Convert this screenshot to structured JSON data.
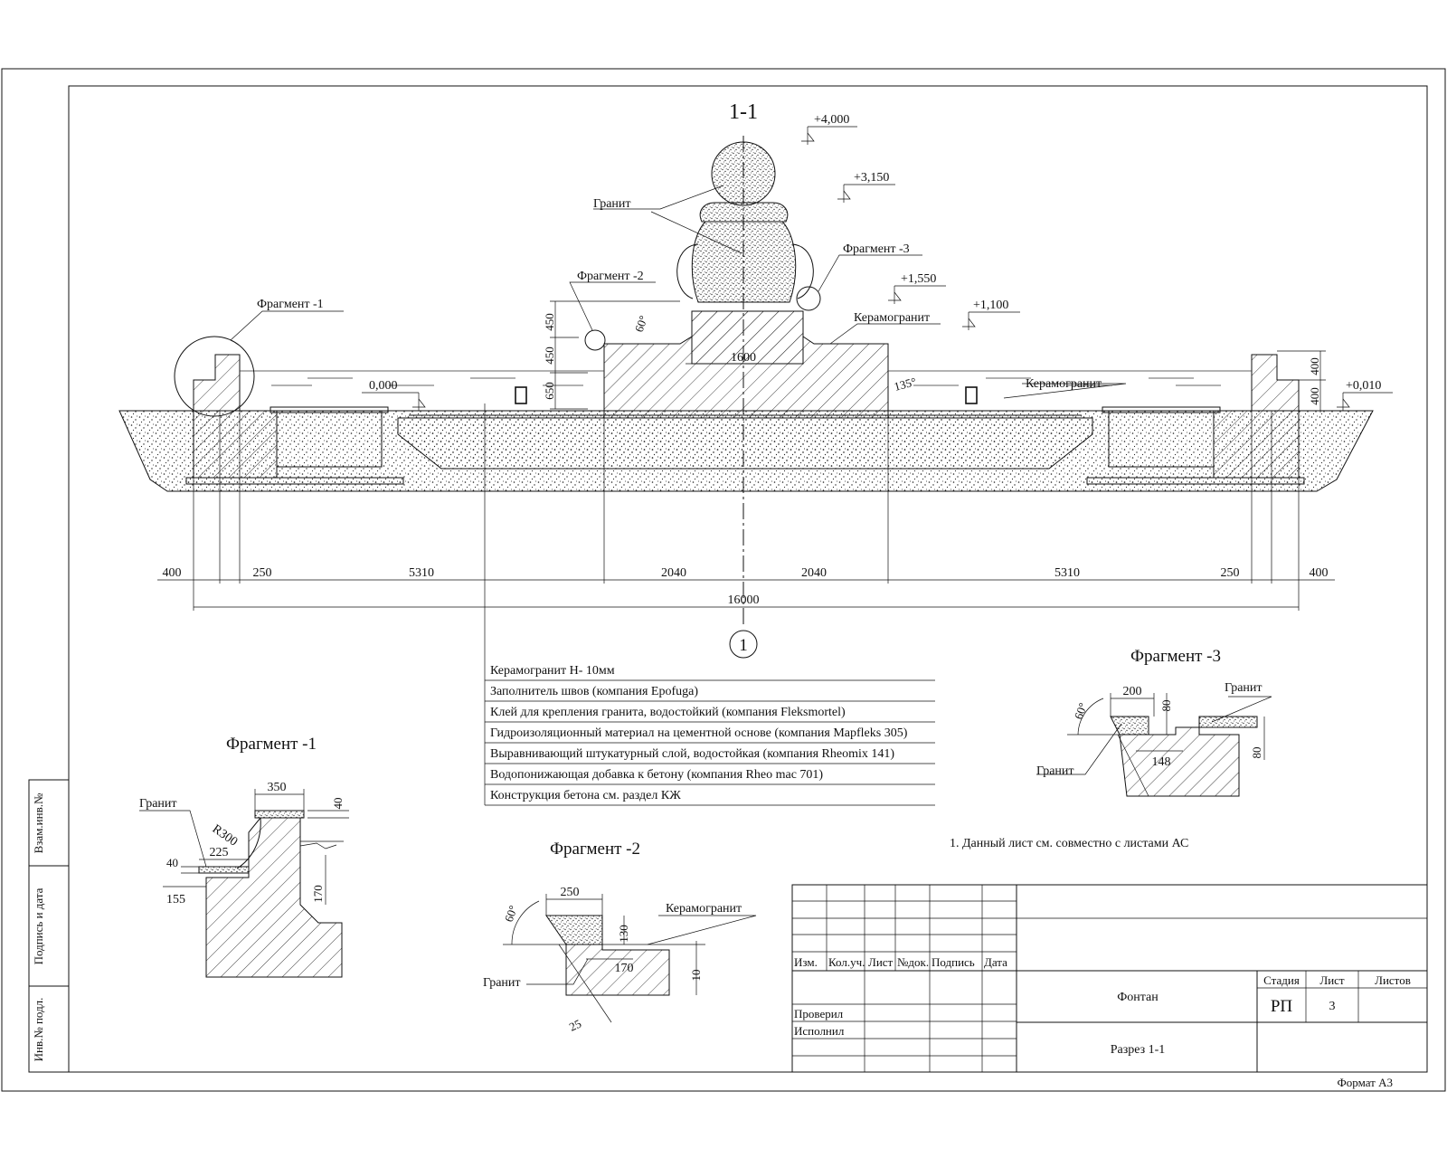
{
  "section": {
    "title": "1-1",
    "axis_mark": "1",
    "elevations": [
      "+4,000",
      "+3,150",
      "+1,550",
      "+1,100",
      "0,000",
      "+0,010"
    ],
    "callouts": {
      "granite": "Гранит",
      "fragment1": "Фрагмент -1",
      "fragment2": "Фрагмент -2",
      "fragment3": "Фрагмент -3",
      "ceramic_left": "Керамогранит",
      "ceramic_right": "Керамогранит"
    },
    "height_dims": [
      "450",
      "450",
      "650"
    ],
    "right_dims": [
      "400",
      "400"
    ],
    "angles": [
      "60°",
      "135°"
    ],
    "width_1600": "1600",
    "dims_row": [
      "400",
      "250",
      "5310",
      "2040",
      "2040",
      "5310",
      "250",
      "400"
    ],
    "total": "16000"
  },
  "layers": [
    "Керамогранит Н- 10мм",
    "Заполнитель швов   (компания  Epofuga)",
    "Клей для крепления гранита, водостойкий (компания Fleksmortel)",
    "Гидроизоляционный материал на цементной основе (компания Mapfleks 305)",
    "Выравнивающий штукатурный слой, водостойкая (компания Rheomix 141)",
    "Водопонижающая добавка к бетону (компания Rheo mac 701)",
    "Конструкция бетона см. раздел КЖ"
  ],
  "fragment1": {
    "title": "Фрагмент -1",
    "granite": "Гранит",
    "dims": [
      "350",
      "40",
      "R300",
      "225",
      "40",
      "155",
      "170"
    ]
  },
  "fragment2": {
    "title": "Фрагмент -2",
    "granite": "Гранит",
    "ceramic": "Керамогранит",
    "dims": [
      "250",
      "60°",
      "130",
      "170",
      "10",
      "25"
    ]
  },
  "fragment3": {
    "title": "Фрагмент -3",
    "granite_top": "Гранит",
    "granite_bottom": "Гранит",
    "dims": [
      "200",
      "80",
      "60°",
      "148",
      "80"
    ]
  },
  "note": "1. Данный лист см. совместно с листами АС",
  "side_stamps": [
    "Взам.инв.№",
    "Подпись и дата",
    "Инв.№ подл."
  ],
  "title_block": {
    "headers": [
      "Изм.",
      "Кол.уч.",
      "Лист",
      "№док.",
      "Подпись",
      "Дата"
    ],
    "roles": [
      "Проверил",
      "Исполнил"
    ],
    "project": "Фонтан",
    "sheet_name": "Разрез 1-1",
    "stage_label": "Стадия",
    "sheet_label": "Лист",
    "sheets_label": "Листов",
    "stage": "РП",
    "sheet": "3",
    "sheets": ""
  },
  "format": "Формат А3"
}
